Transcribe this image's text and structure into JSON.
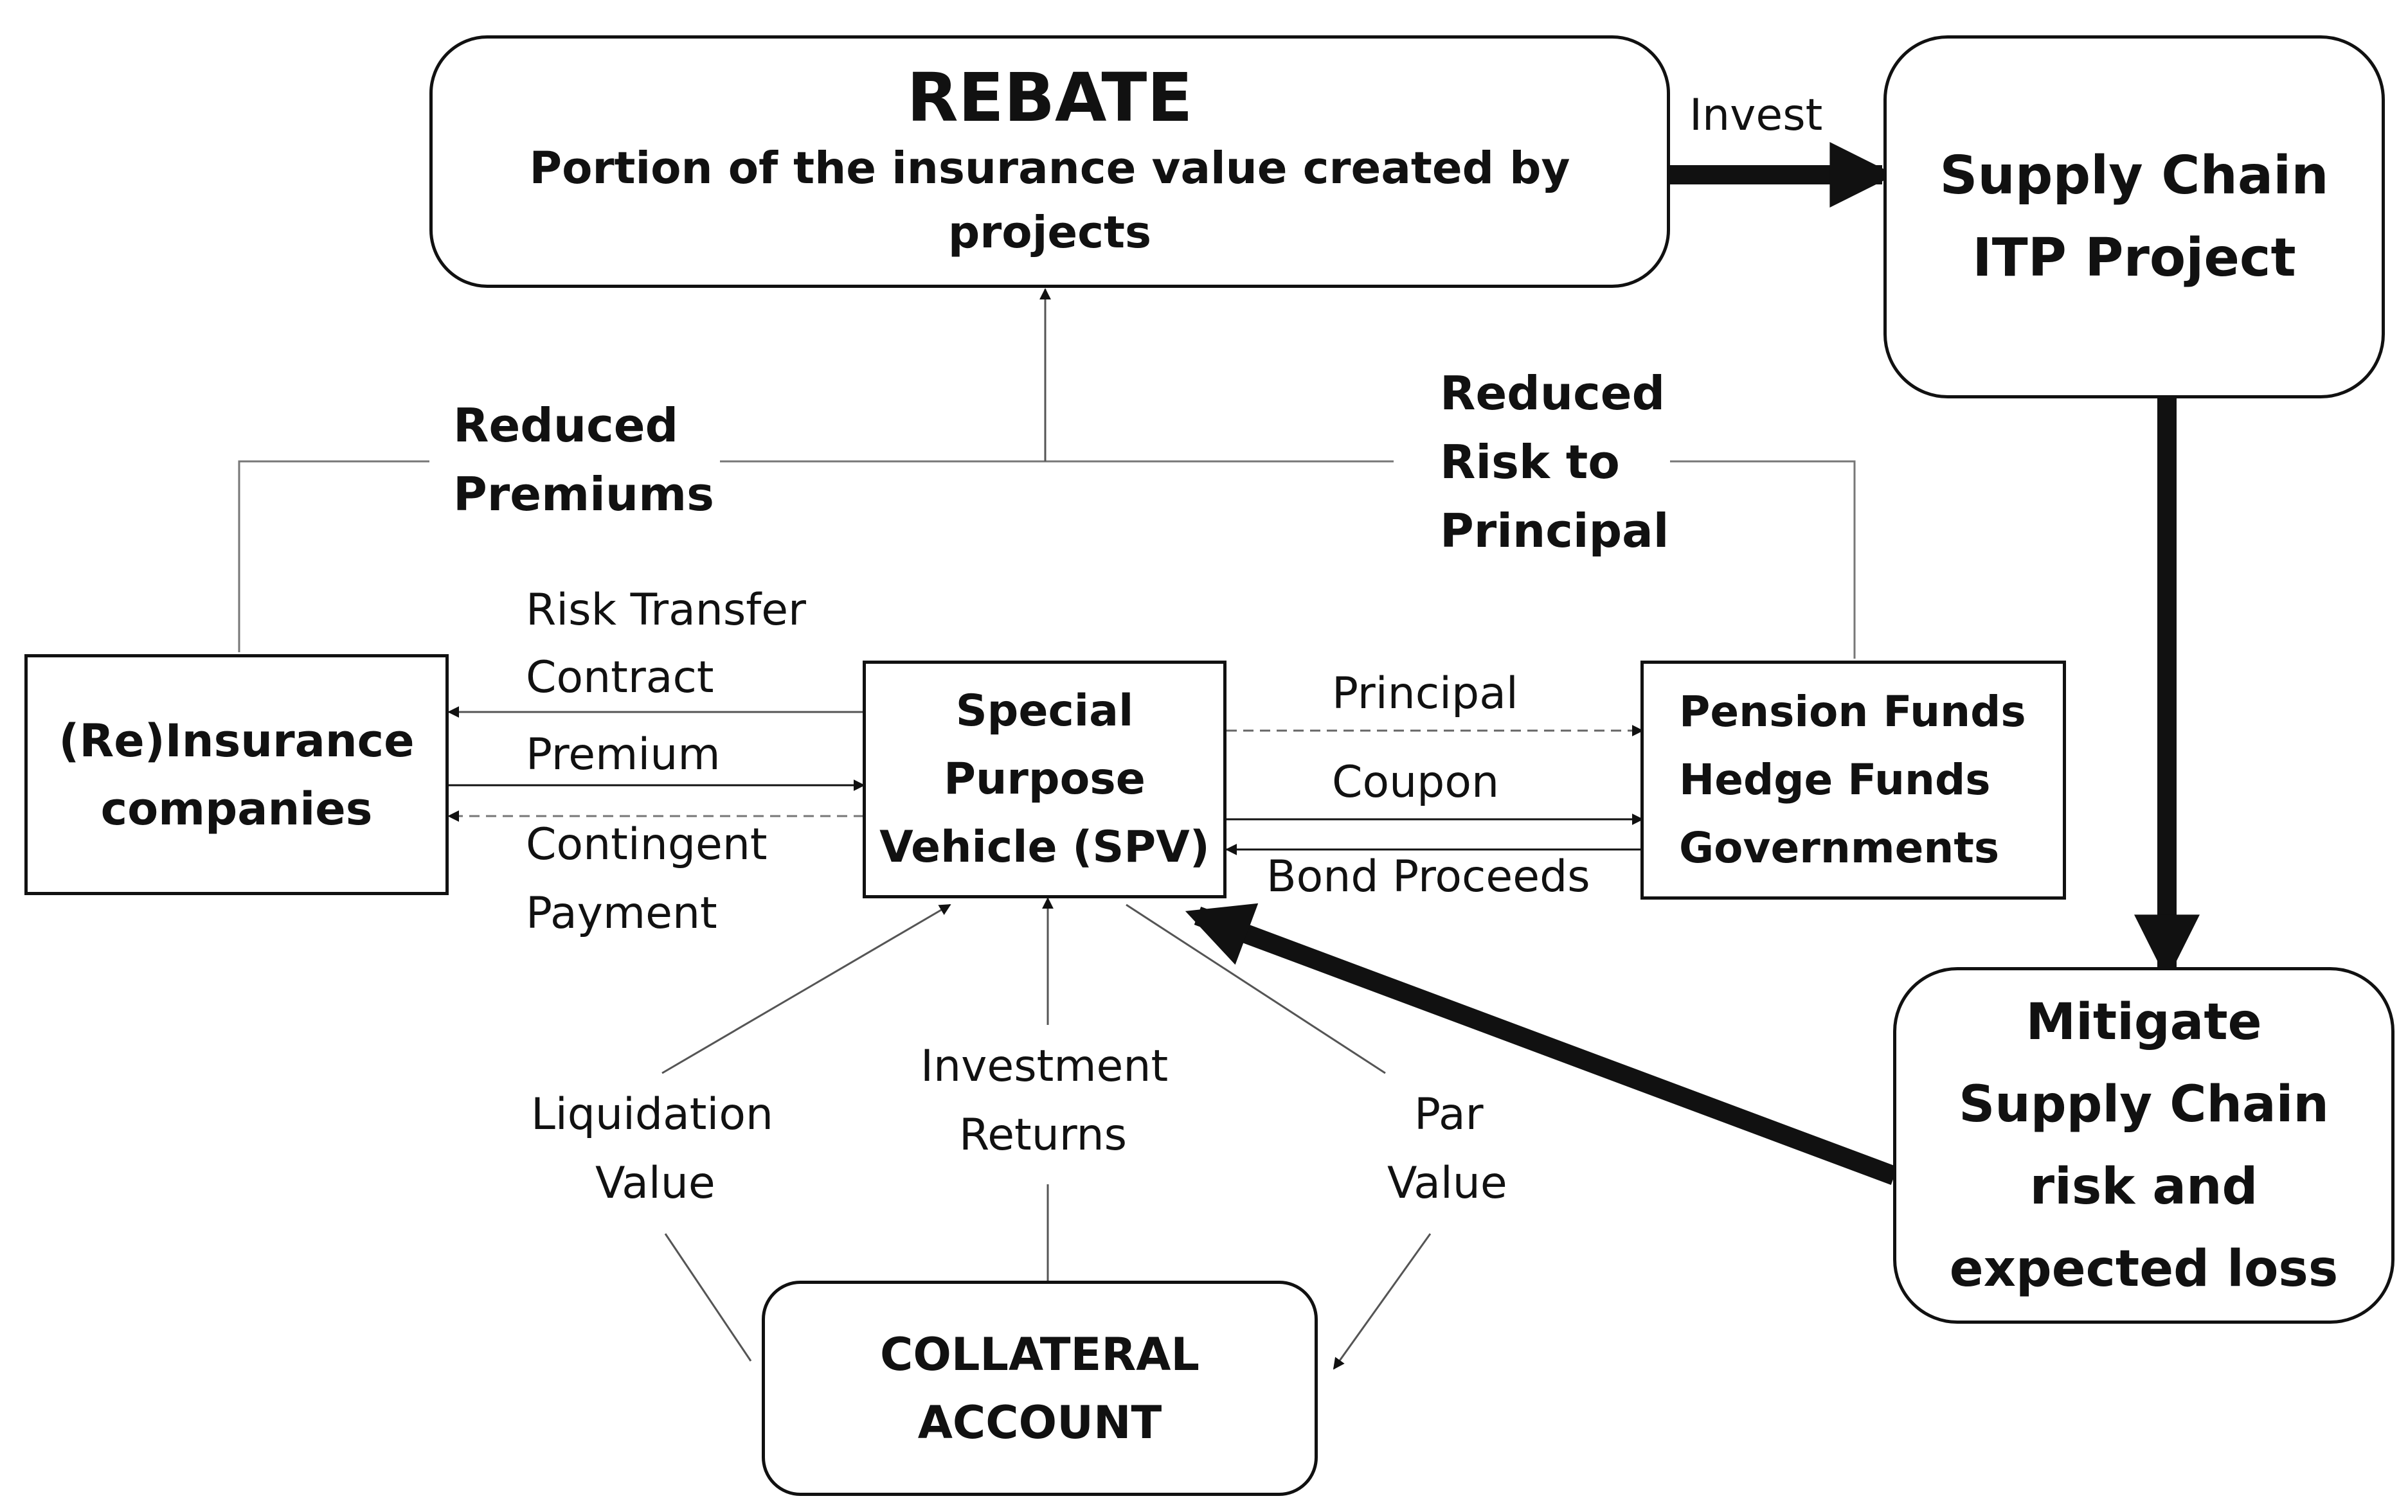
{
  "nodes": {
    "rebate_title": "REBATE",
    "rebate_subtitle": "Portion of the insurance value created by projects",
    "supply_chain_line1": "Supply Chain",
    "supply_chain_line2": "ITP Project",
    "mitigate_line1": "Mitigate",
    "mitigate_line2": "Supply Chain",
    "mitigate_line3": "risk and",
    "mitigate_line4": "expected loss",
    "reinsurance_line1": "(Re)Insurance",
    "reinsurance_line2": "companies",
    "spv_line1": "Special",
    "spv_line2": "Purpose",
    "spv_line3": "Vehicle (SPV)",
    "funds_line1": "Pension Funds",
    "funds_line2": "Hedge Funds",
    "funds_line3": "Governments",
    "collateral_line1": "COLLATERAL",
    "collateral_line2": "ACCOUNT"
  },
  "labels": {
    "invest": "Invest",
    "reduced_premiums_line1": "Reduced",
    "reduced_premiums_line2": "Premiums",
    "reduced_risk_line1": "Reduced",
    "reduced_risk_line2": "Risk to",
    "reduced_risk_line3": "Principal",
    "risk_transfer_line1": "Risk Transfer",
    "risk_transfer_line2": "Contract",
    "premium": "Premium",
    "contingent_line1": "Contingent",
    "contingent_line2": "Payment",
    "principal": "Principal",
    "coupon": "Coupon",
    "bond_proceeds": "Bond Proceeds",
    "liquidation_line1": "Liquidation",
    "liquidation_line2": "Value",
    "investment_line1": "Investment",
    "investment_line2": "Returns",
    "par_line1": "Par",
    "par_line2": "Value"
  },
  "colors": {
    "line": "#111111",
    "thin_line": "#555555",
    "background": "#ffffff"
  }
}
